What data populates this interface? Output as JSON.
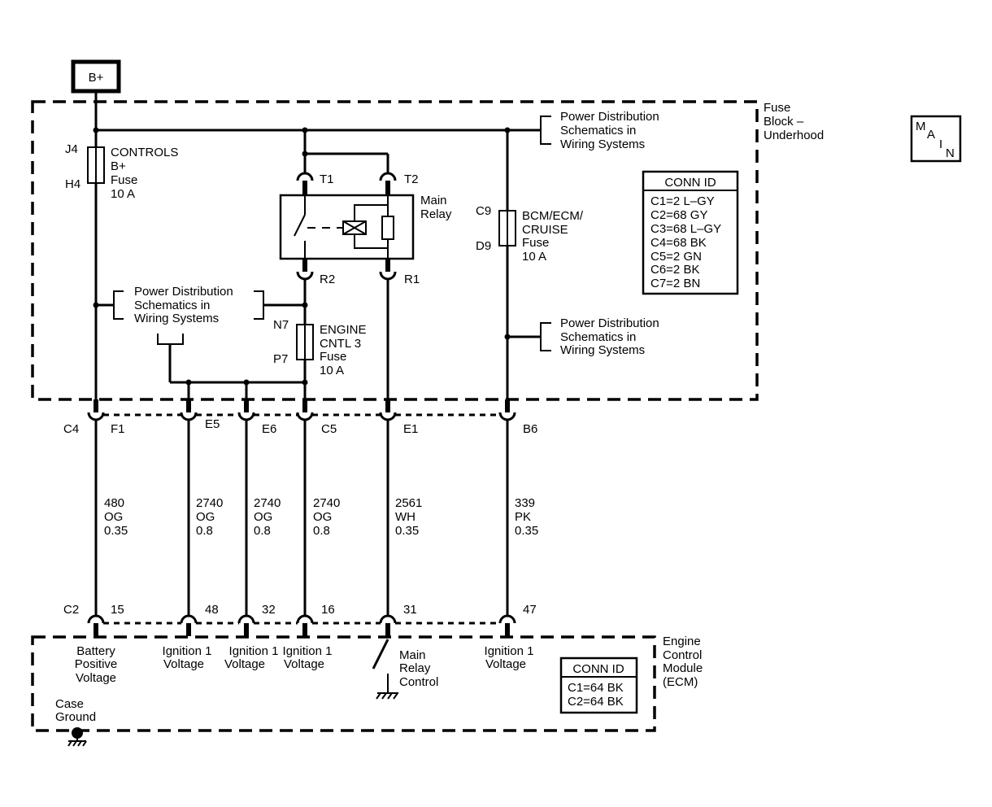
{
  "power_source": "B+",
  "main_badge": [
    "M",
    "A",
    "I",
    "N"
  ],
  "fuse_block": {
    "title_lines": [
      "Fuse",
      "Block –",
      "Underhood"
    ]
  },
  "fuses": {
    "controls": {
      "top": "J4",
      "bottom": "H4",
      "lines": [
        "CONTROLS",
        "B+",
        "Fuse",
        "10 A"
      ]
    },
    "bcm": {
      "top": "C9",
      "bottom": "D9",
      "lines": [
        "BCM/ECM/",
        "CRUISE",
        "Fuse",
        "10 A"
      ]
    },
    "engine": {
      "top": "N7",
      "bottom": "P7",
      "lines": [
        "ENGINE",
        "CNTL 3",
        "Fuse",
        "10 A"
      ]
    }
  },
  "relay": {
    "name_lines": [
      "Main",
      "Relay"
    ],
    "terminals": {
      "t1": "T1",
      "t2": "T2",
      "r2": "R2",
      "r1": "R1"
    }
  },
  "power_dist_lines": [
    "Power Distribution",
    "Schematics in",
    "Wiring Systems"
  ],
  "fuse_conn": {
    "title": "CONN ID",
    "rows": [
      "C1=2 L–GY",
      "C2=68 GY",
      "C3=68 L–GY",
      "C4=68 BK",
      "C5=2 GN",
      "C6=2 BK",
      "C7=2 BN"
    ]
  },
  "upper_connectors": {
    "c4": "C4",
    "f1": "F1",
    "e5": "E5",
    "e6": "E6",
    "c5": "C5",
    "e1": "E1",
    "b6": "B6"
  },
  "wires": [
    {
      "circuit": "480",
      "color": "OG",
      "gauge": "0.35"
    },
    {
      "circuit": "2740",
      "color": "OG",
      "gauge": "0.8"
    },
    {
      "circuit": "2740",
      "color": "OG",
      "gauge": "0.8"
    },
    {
      "circuit": "2740",
      "color": "OG",
      "gauge": "0.8"
    },
    {
      "circuit": "2561",
      "color": "WH",
      "gauge": "0.35"
    },
    {
      "circuit": "339",
      "color": "PK",
      "gauge": "0.35"
    }
  ],
  "ecm_pins": {
    "c2": "C2",
    "p15": "15",
    "p48": "48",
    "p32": "32",
    "p16": "16",
    "p31": "31",
    "p47": "47"
  },
  "ecm_inputs": {
    "battery": [
      "Battery",
      "Positive",
      "Voltage"
    ],
    "ign1": [
      "Ignition 1",
      "Voltage"
    ],
    "ign2": [
      "Ignition 1",
      "Voltage"
    ],
    "ign3": [
      "Ignition 1",
      "Voltage"
    ],
    "main_relay": [
      "Main",
      "Relay",
      "Control"
    ],
    "ign4": [
      "Ignition 1",
      "Voltage"
    ]
  },
  "case_ground": [
    "Case",
    "Ground"
  ],
  "ecm": {
    "title_lines": [
      "Engine",
      "Control",
      "Module",
      "(ECM)"
    ]
  },
  "ecm_conn": {
    "title": "CONN ID",
    "rows": [
      "C1=64 BK",
      "C2=64 BK"
    ]
  }
}
